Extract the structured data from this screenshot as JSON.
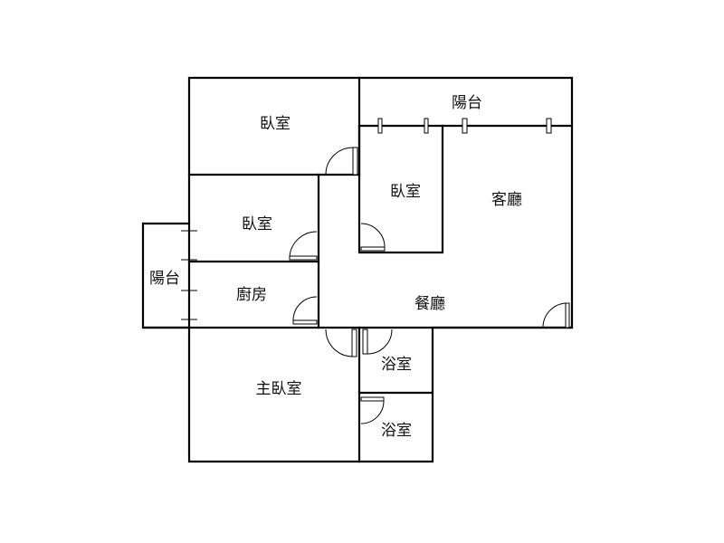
{
  "rooms": {
    "bedroom_top": "臥室",
    "balcony_top": "陽台",
    "bedroom_small": "臥室",
    "living_room": "客廳",
    "bedroom_middle": "臥室",
    "balcony_left": "陽台",
    "kitchen": "廚房",
    "dining_room": "餐廳",
    "master_bedroom": "主臥室",
    "bathroom_1": "浴室",
    "bathroom_2": "浴室"
  }
}
